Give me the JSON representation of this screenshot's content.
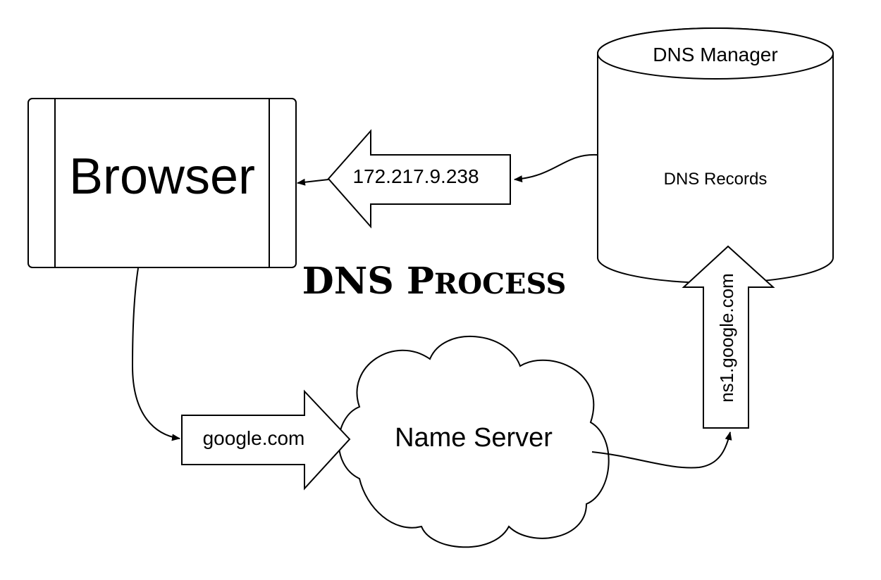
{
  "diagram": {
    "title_main": "DNS P",
    "title_small": "ROCESS",
    "browser": {
      "label": "Browser"
    },
    "dns_manager": {
      "label": "DNS Manager",
      "records_label": "DNS Records"
    },
    "name_server": {
      "label": "Name Server"
    },
    "arrows": {
      "request": "google.com",
      "lookup": "ns1.google.com",
      "response": "172.217.9.238"
    },
    "colors": {
      "stroke": "#000000",
      "fill": "#ffffff"
    }
  }
}
